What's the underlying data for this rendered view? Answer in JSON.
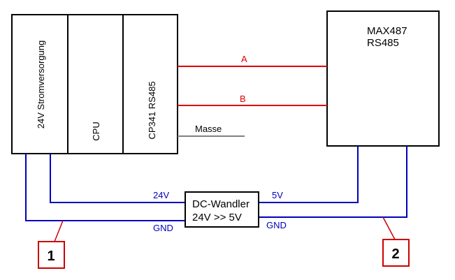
{
  "plc": {
    "modules": [
      {
        "label": "24V Stromversorgung"
      },
      {
        "label": "CPU"
      },
      {
        "label": "CP341 RS485"
      }
    ]
  },
  "max_module": {
    "line1": "MAX487",
    "line2": "RS485"
  },
  "signals": {
    "a_label": "A",
    "b_label": "B",
    "masse_label": "Masse"
  },
  "converter": {
    "line1": "DC-Wandler",
    "line2": "24V >> 5V"
  },
  "power": {
    "in_24v_label": "24V",
    "gnd_left_label": "GND",
    "out_5v_label": "5V",
    "gnd_right_label": "GND"
  },
  "markers": {
    "marker1": "1",
    "marker2": "2"
  },
  "colors": {
    "signal": "#dd0000",
    "power": "#0000bb",
    "masse": "#808080",
    "outline": "#000000",
    "marker_border": "#cc0000"
  }
}
